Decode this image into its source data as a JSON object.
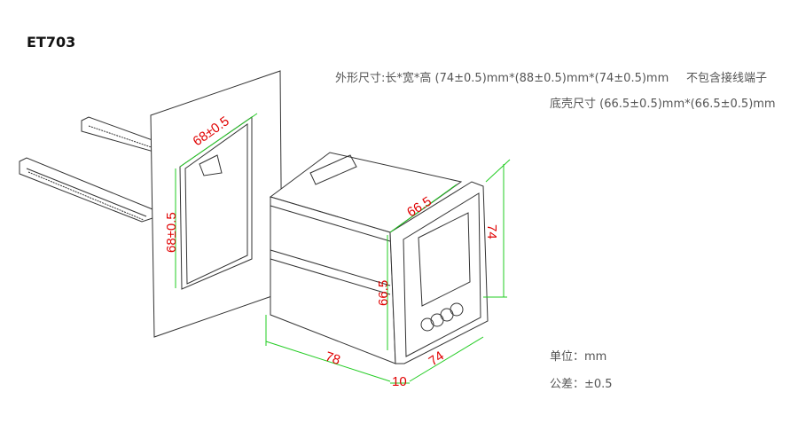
{
  "title": "ET703",
  "specs": {
    "outer": "外形尺寸:长*宽*高 (74±0.5)mm*(88±0.5)mm*(74±0.5)mm",
    "outer_note": "不包含接线端子",
    "base": "底壳尺寸 (66.5±0.5)mm*(66.5±0.5)mm",
    "unit": "单位：mm",
    "tolerance": "公差：±0.5"
  },
  "dimensions": {
    "cutout_w": "68±0.5",
    "cutout_h": "68±0.5",
    "base_w": "66.5",
    "base_h": "66.5",
    "height": "74",
    "width": "74",
    "depth": "78",
    "bezel": "10"
  },
  "colors": {
    "dimension": "#e00000",
    "extension": "#22cc22",
    "outline": "#333333"
  }
}
